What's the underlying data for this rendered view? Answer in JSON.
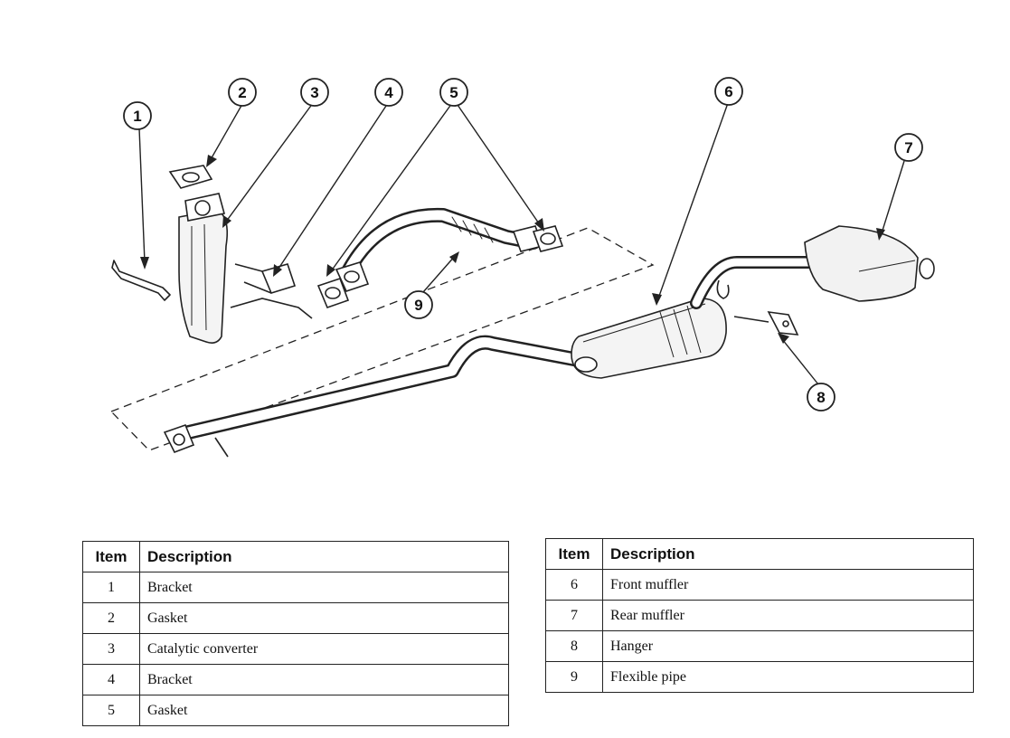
{
  "callouts": [
    "1",
    "2",
    "3",
    "4",
    "5",
    "6",
    "7",
    "8",
    "9"
  ],
  "table_left": {
    "header_item": "Item",
    "header_description": "Description",
    "rows": [
      {
        "item": "1",
        "description": "Bracket"
      },
      {
        "item": "2",
        "description": "Gasket"
      },
      {
        "item": "3",
        "description": "Catalytic converter"
      },
      {
        "item": "4",
        "description": "Bracket"
      },
      {
        "item": "5",
        "description": "Gasket"
      }
    ]
  },
  "table_right": {
    "header_item": "Item",
    "header_description": "Description",
    "rows": [
      {
        "item": "6",
        "description": "Front muffler"
      },
      {
        "item": "7",
        "description": "Rear muffler"
      },
      {
        "item": "8",
        "description": "Hanger"
      },
      {
        "item": "9",
        "description": "Flexible pipe"
      }
    ]
  }
}
